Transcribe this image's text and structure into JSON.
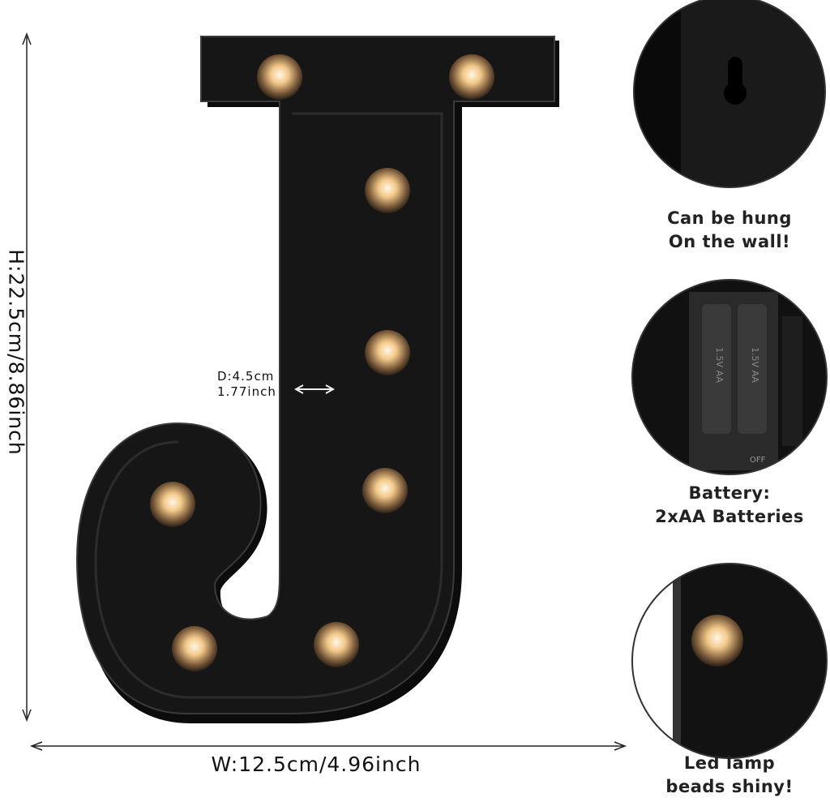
{
  "dimensions": {
    "height": "H:22.5cm/8.86inch",
    "width": "W:12.5cm/4.96inch",
    "depth_cm": "D:4.5cm",
    "depth_inch": "1.77inch"
  },
  "features": [
    {
      "line1": "Can be hung",
      "line2": "On the wall!"
    },
    {
      "line1": "Battery:",
      "line2": "2xAA Batteries"
    },
    {
      "line1": "Led lamp",
      "line2": "beads shiny!"
    }
  ],
  "battery_labels": {
    "cell": "1.5V AA",
    "switch": "OFF"
  },
  "colors": {
    "letter": "#141414",
    "bulb": "#f3c98a",
    "background": "#ffffff"
  }
}
